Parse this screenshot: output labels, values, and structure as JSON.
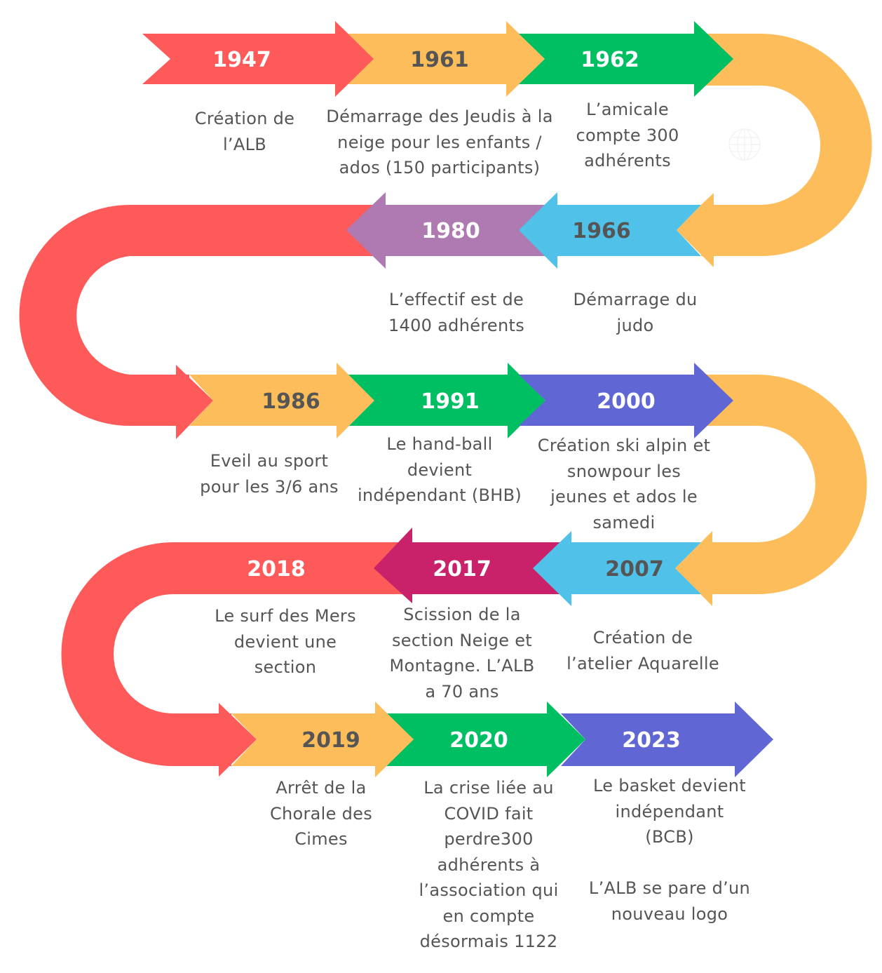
{
  "colors": {
    "red": "#ff5a5a",
    "orange": "#fdbd5a",
    "green": "#00bf63",
    "blue": "#50c1e9",
    "purple": "#af79b2",
    "indigo": "#6166d5",
    "magenta": "#c9226a",
    "text_dark": "#555555",
    "text_light": "#ffffff"
  },
  "watermark_icon": "globe-icon",
  "events": [
    {
      "year": "1947",
      "description": "Création de\nl’ALB",
      "color": "red",
      "year_text": "light"
    },
    {
      "year": "1961",
      "description": "Démarrage des Jeudis à la\nneige pour les enfants /\nados (150 participants)",
      "color": "orange",
      "year_text": "dark"
    },
    {
      "year": "1962",
      "description": "L’amicale\ncompte 300\nadhérents",
      "color": "green",
      "year_text": "light"
    },
    {
      "year": "1966",
      "description": "Démarrage du\njudo",
      "color": "blue",
      "year_text": "dark"
    },
    {
      "year": "1980",
      "description": "L’effectif est de\n1400 adhérents",
      "color": "purple",
      "year_text": "light"
    },
    {
      "year": "1986",
      "description": "Eveil au sport\npour les 3/6 ans",
      "color": "orange",
      "year_text": "dark"
    },
    {
      "year": "1991",
      "description": "Le hand-ball\ndevient\nindépendant (BHB)",
      "color": "green",
      "year_text": "light"
    },
    {
      "year": "2000",
      "description": "Création ski alpin et\nsnowpour les\njeunes et ados le\nsamedi",
      "color": "indigo",
      "year_text": "light"
    },
    {
      "year": "2007",
      "description": "Création de\nl’atelier Aquarelle",
      "color": "blue",
      "year_text": "dark"
    },
    {
      "year": "2017",
      "description": "Scission de la\nsection Neige et\nMontagne. L’ALB\na 70 ans",
      "color": "magenta",
      "year_text": "light"
    },
    {
      "year": "2018",
      "description": "Le surf des Mers\ndevient une\nsection",
      "color": "red",
      "year_text": "light"
    },
    {
      "year": "2019",
      "description": "Arrêt de la\nChorale des\nCimes",
      "color": "orange",
      "year_text": "dark"
    },
    {
      "year": "2020",
      "description": "La crise liée au\nCOVID fait\nperdre300\nadhérents à\nl’association qui\nen compte\ndésormais 1122",
      "color": "green",
      "year_text": "light"
    },
    {
      "year": "2023",
      "description": "Le basket devient\nindépendant\n(BCB)\n\nL’ALB se pare d’un\nnouveau logo",
      "color": "indigo",
      "year_text": "light"
    }
  ]
}
